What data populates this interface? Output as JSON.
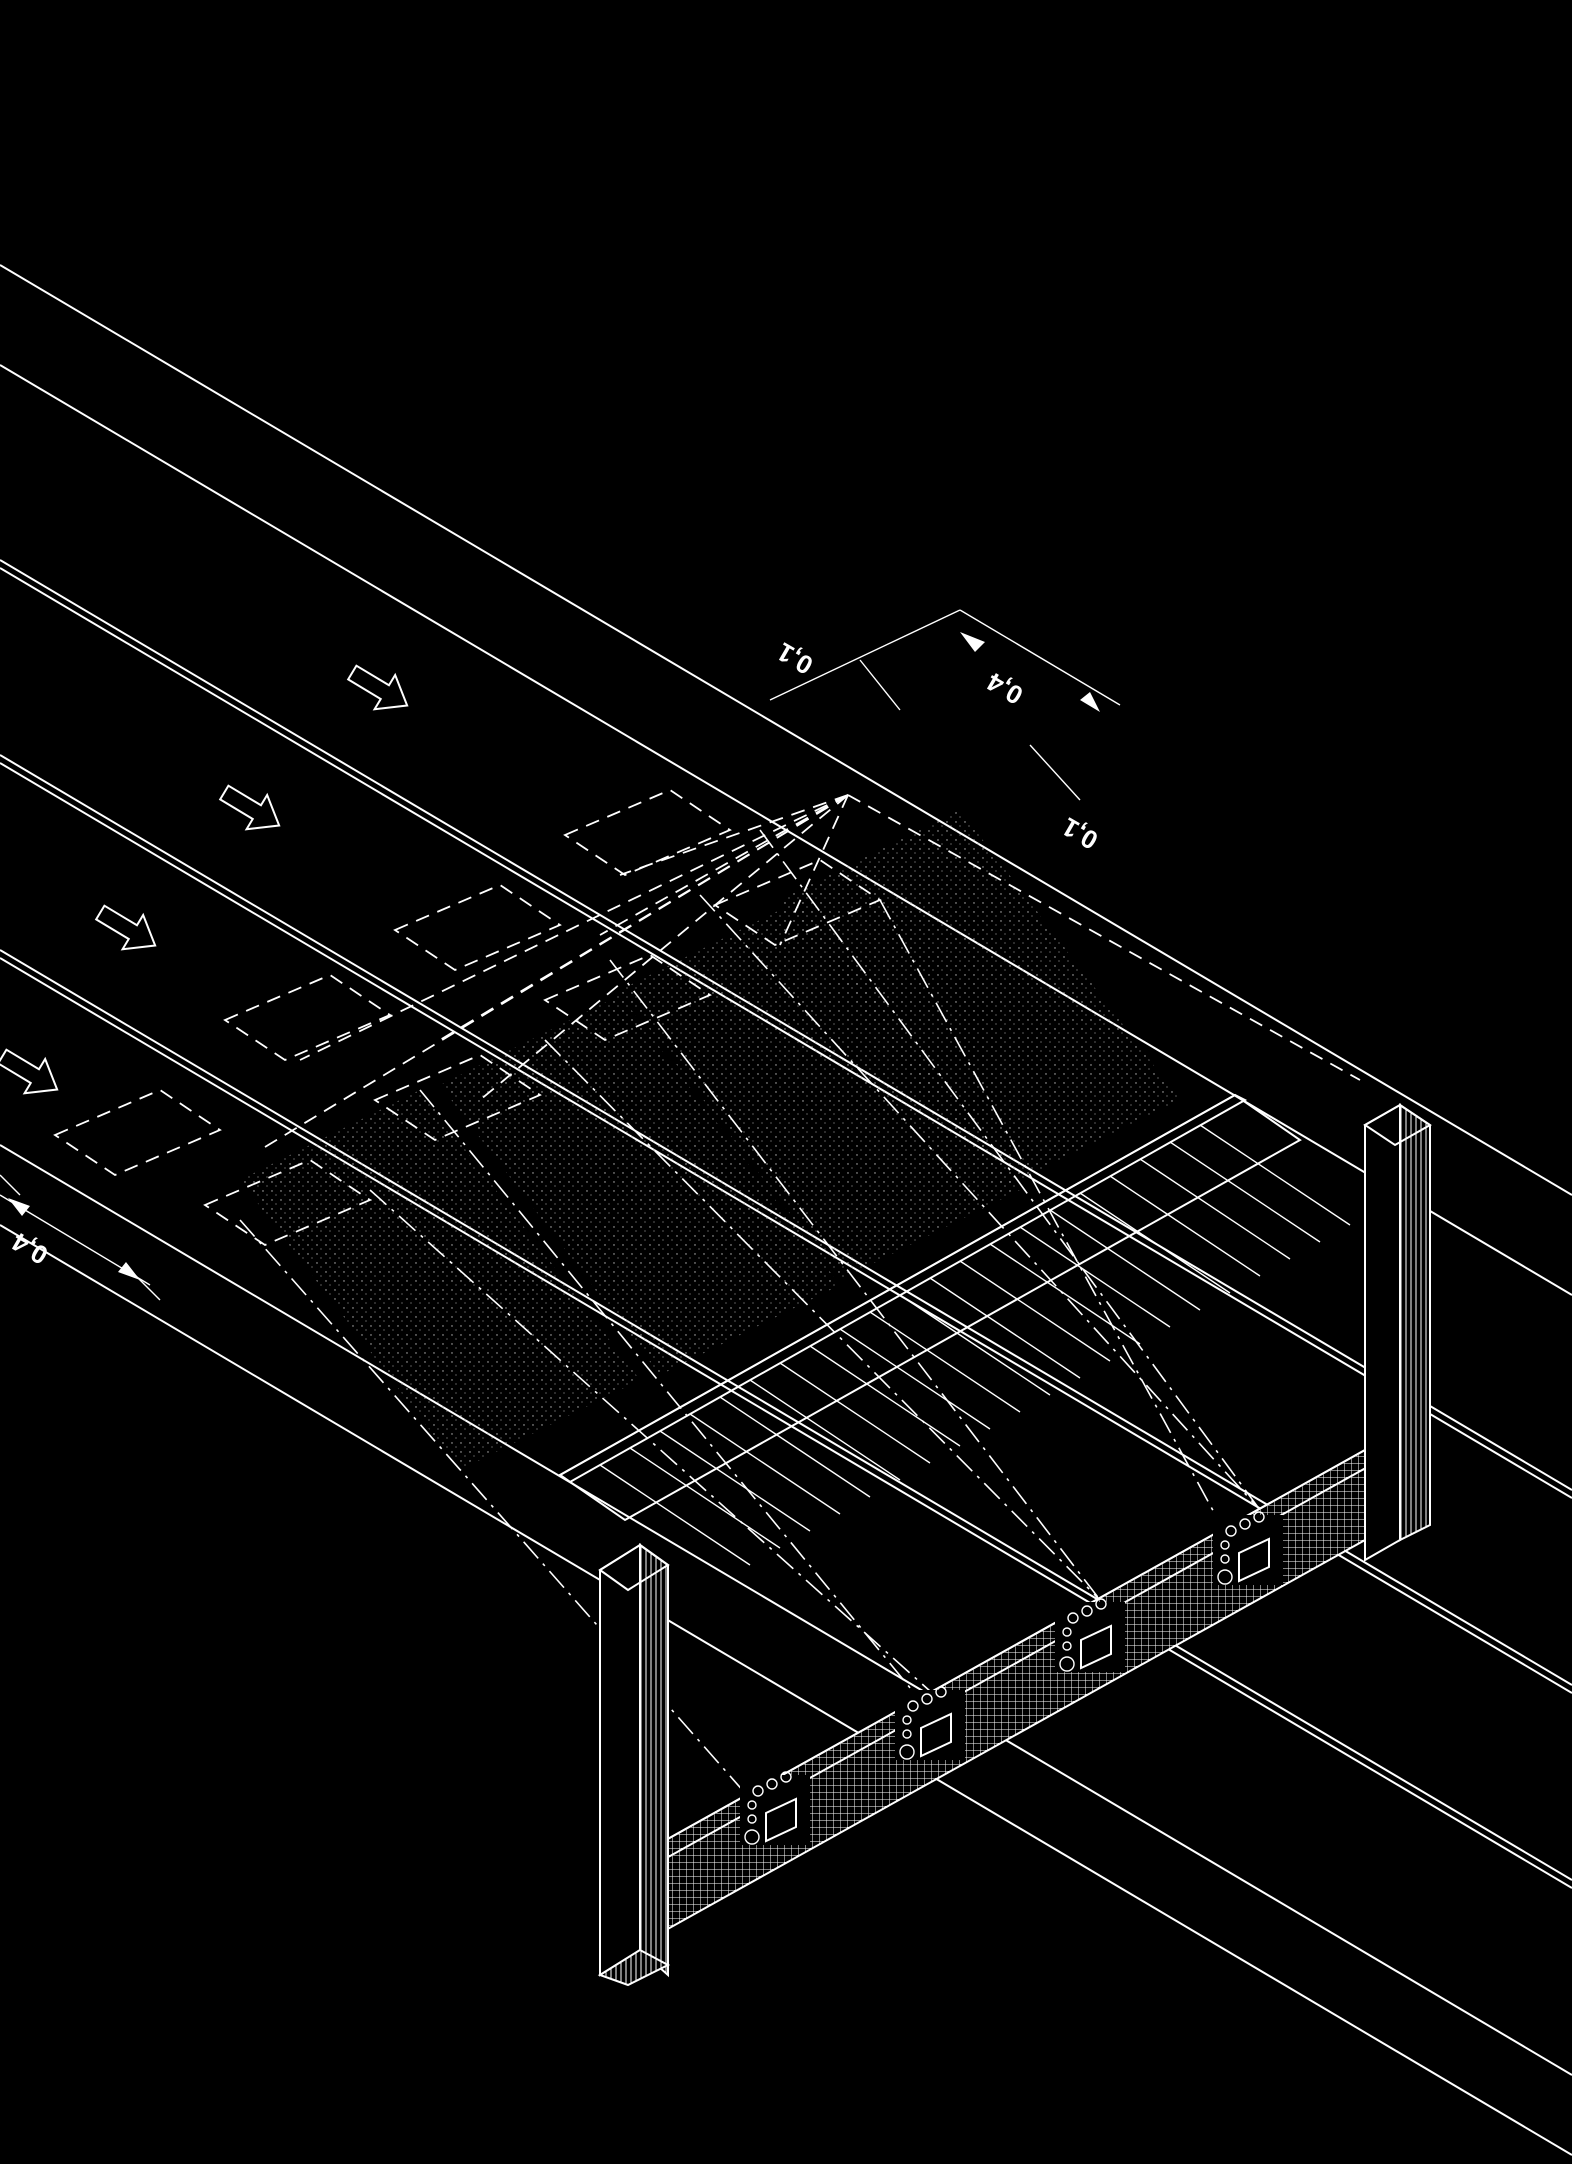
{
  "dimensions": {
    "lane_width_left": "0,4",
    "lane_width_top": "0,4",
    "gap_top": "0,1",
    "gap_right": "0,1"
  },
  "colors": {
    "background": "#000000",
    "line": "#ffffff"
  },
  "icons": [
    "direction-arrow-icon",
    "camera-unit-icon"
  ]
}
